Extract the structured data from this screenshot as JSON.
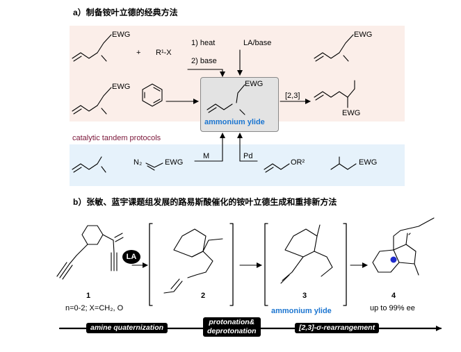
{
  "section_a": {
    "title": "a）制备铵叶立德的经典方法",
    "step1": "1) heat",
    "step2": "2) base",
    "la_base": "LA/base",
    "reagent_plus": "+",
    "reagent": "R¹-X",
    "ewg": "EWG",
    "ylide_label": "ammonium ylide",
    "rearr": "[2,3]",
    "catalytic_label": "catalytic tandem protocols",
    "diazo": "N₂",
    "m_label": "M",
    "pd_label": "Pd",
    "or2": "OR²"
  },
  "section_b": {
    "title": "b）张敏、蓝宇课题组发展的路易斯酸催化的铵叶立德生成和重排新方法",
    "la_badge": "LA",
    "compound_1": "1",
    "compound_2": "2",
    "compound_3": "3",
    "compound_4": "4",
    "conditions": "n=0-2; X=CH₂, O",
    "ylide_label": "ammonium ylide",
    "ee_text": "up to 99% ee",
    "step_labels": [
      "amine quaternization",
      "protonation&",
      "deprotonation",
      "[2,3]-σ-rearrangement"
    ]
  },
  "colors": {
    "pink_box": "#fbeee9",
    "blue_box": "#e6f2fb",
    "gray_box": "#e3e3e3",
    "blue": "#1b75d0",
    "maroon": "#7a1538"
  }
}
